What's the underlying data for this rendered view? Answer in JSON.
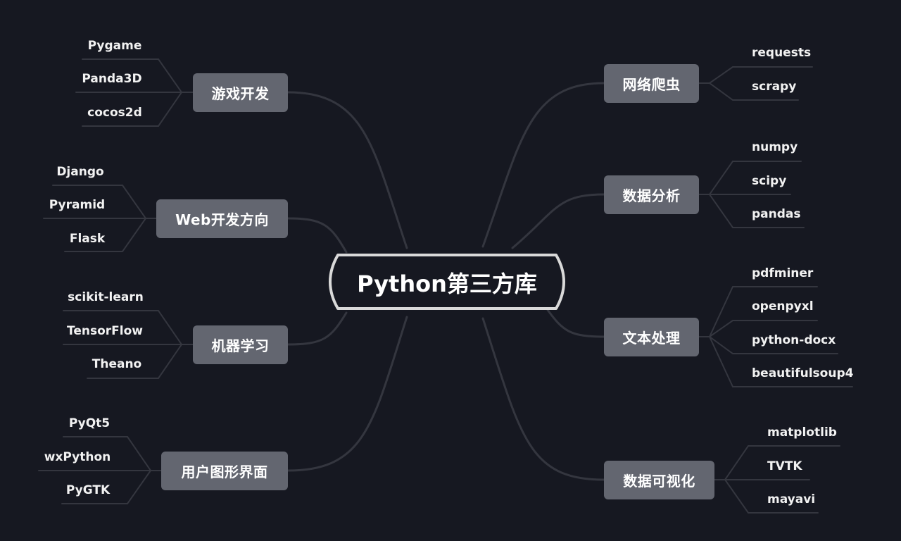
{
  "central": "Python第三方库",
  "colors": {
    "background": "#161821",
    "topic_fill": "#636670",
    "edge": "#34363f",
    "central_border": "#d9d9d9"
  },
  "branches": [
    {
      "id": "game",
      "label": "游戏开发",
      "children": [
        "Pygame",
        "Panda3D",
        "cocos2d"
      ]
    },
    {
      "id": "web",
      "label": "Web开发方向",
      "children": [
        "Django",
        "Pyramid",
        "Flask"
      ]
    },
    {
      "id": "ml",
      "label": "机器学习",
      "children": [
        "scikit-learn",
        "TensorFlow",
        "Theano"
      ]
    },
    {
      "id": "gui",
      "label": "用户图形界面",
      "children": [
        "PyQt5",
        "wxPython",
        "PyGTK"
      ]
    },
    {
      "id": "crawler",
      "label": "网络爬虫",
      "children": [
        "requests",
        "scrapy"
      ]
    },
    {
      "id": "analysis",
      "label": "数据分析",
      "children": [
        "numpy",
        "scipy",
        "pandas"
      ]
    },
    {
      "id": "text",
      "label": "文本处理",
      "children": [
        "pdfminer",
        "openpyxl",
        "python-docx",
        "beautifulsoup4"
      ]
    },
    {
      "id": "viz",
      "label": "数据可视化",
      "children": [
        "matplotlib",
        "TVTK",
        "mayavi"
      ]
    }
  ]
}
